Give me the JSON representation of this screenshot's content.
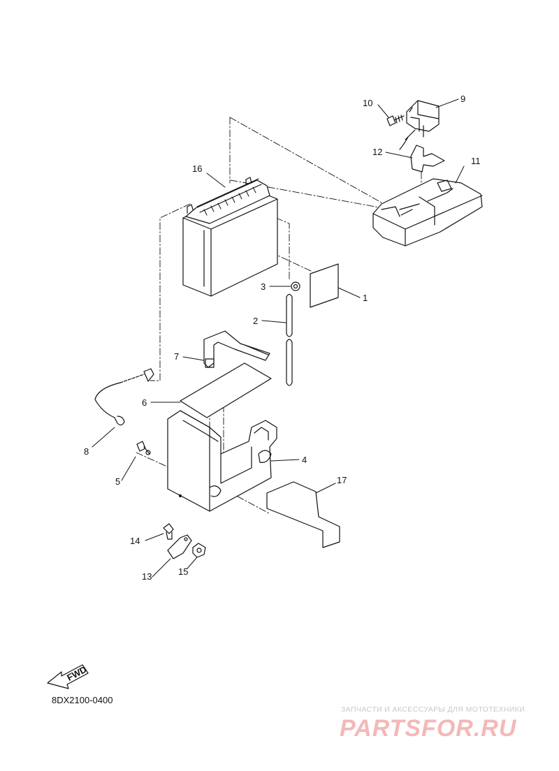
{
  "diagram": {
    "callouts": [
      {
        "id": "1",
        "text": "1"
      },
      {
        "id": "2",
        "text": "2"
      },
      {
        "id": "3",
        "text": "3"
      },
      {
        "id": "4",
        "text": "4"
      },
      {
        "id": "5",
        "text": "5"
      },
      {
        "id": "6",
        "text": "6"
      },
      {
        "id": "7",
        "text": "7"
      },
      {
        "id": "8",
        "text": "8"
      },
      {
        "id": "9",
        "text": "9"
      },
      {
        "id": "10",
        "text": "10"
      },
      {
        "id": "11",
        "text": "11"
      },
      {
        "id": "12",
        "text": "12"
      },
      {
        "id": "13",
        "text": "13"
      },
      {
        "id": "14",
        "text": "14"
      },
      {
        "id": "15",
        "text": "15"
      },
      {
        "id": "16",
        "text": "16"
      },
      {
        "id": "17",
        "text": "17"
      }
    ],
    "fwd_label": "FWD",
    "diagram_code": "8DX2100-0400"
  },
  "watermark": {
    "tagline": "ЗАПЧАСТИ И АКСЕССУАРЫ ДЛЯ МОТОТЕХНИКИ",
    "brand": "PARTSFOR.RU"
  }
}
